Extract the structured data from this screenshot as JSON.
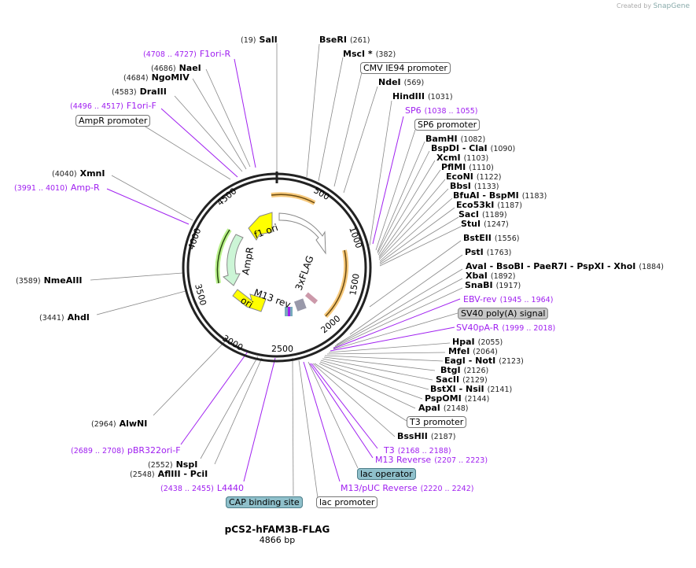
{
  "credit": {
    "prefix": "Created by",
    "brand": "SnapGene"
  },
  "plasmid": {
    "name": "pCS2-hFAM3B-FLAG",
    "length": "4866 bp"
  },
  "ticks": [
    "500",
    "1000",
    "1500",
    "2000",
    "2500",
    "3000",
    "3500",
    "4000",
    "4500"
  ],
  "features": {
    "f1ori": "f1 ori",
    "AmpR": "AmpR",
    "ori": "ori",
    "M13rev": "M13 rev",
    "flag": "3xFLAG"
  },
  "labels": {
    "SalI": {
      "name": "SalI",
      "pos": "(19)"
    },
    "BseRI": {
      "name": "BseRI",
      "pos": "(261)"
    },
    "MscI": {
      "name": "MscI *",
      "pos": "(382)"
    },
    "CMV": {
      "name": "CMV IE94 promoter"
    },
    "NdeI": {
      "name": "NdeI",
      "pos": "(569)"
    },
    "HindIII": {
      "name": "HindIII",
      "pos": "(1031)"
    },
    "SP6": {
      "name": "SP6",
      "pos": "(1038 .. 1055)"
    },
    "SP6prom": {
      "name": "SP6 promoter"
    },
    "BamHI": {
      "name": "BamHI",
      "pos": "(1082)"
    },
    "BspDI": {
      "name": "BspDI   - ClaI",
      "pos": "(1090)"
    },
    "XcmI": {
      "name": "XcmI",
      "pos": "(1103)"
    },
    "PflMI": {
      "name": "PflMI",
      "pos": "(1110)"
    },
    "EcoNI": {
      "name": "EcoNI",
      "pos": "(1122)"
    },
    "BbsI": {
      "name": "BbsI",
      "pos": "(1133)"
    },
    "BfuAI": {
      "name": "BfuAI   - BspMI",
      "pos": "(1183)"
    },
    "Eco53kI": {
      "name": "Eco53kI",
      "pos": "(1187)"
    },
    "SacI": {
      "name": "SacI",
      "pos": "(1189)"
    },
    "StuI": {
      "name": "StuI",
      "pos": "(1247)"
    },
    "BstEII": {
      "name": "BstEII",
      "pos": "(1556)"
    },
    "PstI": {
      "name": "PstI",
      "pos": "(1763)"
    },
    "AvaI": {
      "name": "AvaI   - BsoBI   - PaeR7I   - PspXI   - XhoI",
      "pos": "(1884)"
    },
    "XbaI": {
      "name": "XbaI",
      "pos": "(1892)"
    },
    "SnaBI": {
      "name": "SnaBI",
      "pos": "(1917)"
    },
    "EBVrev": {
      "name": "EBV-rev",
      "pos": "(1945 .. 1964)"
    },
    "SV40pA": {
      "name": "SV40 poly(A) signal"
    },
    "SV40pAR": {
      "name": "SV40pA-R",
      "pos": "(1999 .. 2018)"
    },
    "HpaI": {
      "name": "HpaI",
      "pos": "(2055)"
    },
    "MfeI": {
      "name": "MfeI",
      "pos": "(2064)"
    },
    "EagI": {
      "name": "EagI   - NotI",
      "pos": "(2123)"
    },
    "BtgI": {
      "name": "BtgI",
      "pos": "(2126)"
    },
    "SacII": {
      "name": "SacII",
      "pos": "(2129)"
    },
    "BstXI": {
      "name": "BstXI   - NsiI",
      "pos": "(2141)"
    },
    "PspOMI": {
      "name": "PspOMI",
      "pos": "(2144)"
    },
    "ApaI": {
      "name": "ApaI",
      "pos": "(2148)"
    },
    "T3prom": {
      "name": "T3 promoter"
    },
    "BssHII": {
      "name": "BssHII",
      "pos": "(2187)"
    },
    "T3": {
      "name": "T3",
      "pos": "(2168 .. 2188)"
    },
    "M13Reverse": {
      "name": "M13 Reverse",
      "pos": "(2207 .. 2223)"
    },
    "lacOp": {
      "name": "lac operator"
    },
    "M13pUC": {
      "name": "M13/pUC Reverse",
      "pos": "(2220 .. 2242)"
    },
    "lacProm": {
      "name": "lac promoter"
    },
    "CAP": {
      "name": "CAP binding site"
    },
    "L4440": {
      "name": "L4440",
      "pos": "(2438 .. 2455)"
    },
    "AflIII": {
      "name": "AflIII   - PciI",
      "pos": "(2548)"
    },
    "NspI": {
      "name": "NspI",
      "pos": "(2552)"
    },
    "pBR322": {
      "name": "pBR322ori-F",
      "pos": "(2689 .. 2708)"
    },
    "AlwNI": {
      "name": "AlwNI",
      "pos": "(2964)"
    },
    "AhdI": {
      "name": "AhdI",
      "pos": "(3441)"
    },
    "NmeAIII": {
      "name": "NmeAIII",
      "pos": "(3589)"
    },
    "AmpRp": {
      "name": "Amp-R",
      "pos": "(3991 .. 4010)"
    },
    "XmnI": {
      "name": "XmnI",
      "pos": "(4040)"
    },
    "AmpRprom": {
      "name": "AmpR promoter"
    },
    "F1oriF": {
      "name": "F1ori-F",
      "pos": "(4496 .. 4517)"
    },
    "DraIII": {
      "name": "DraIII",
      "pos": "(4583)"
    },
    "NgoMIV": {
      "name": "NgoMIV",
      "pos": "(4684)"
    },
    "NaeI": {
      "name": "NaeI",
      "pos": "(4686)"
    },
    "F1oriR": {
      "name": "F1ori-R",
      "pos": "(4708 .. 4727)"
    }
  }
}
